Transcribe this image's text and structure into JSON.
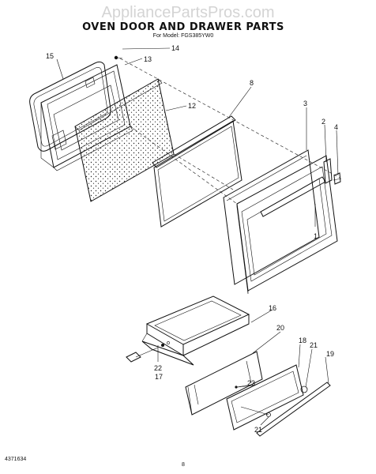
{
  "header": {
    "watermark": "AppliancePartsPros.com",
    "title": "OVEN DOOR AND DRAWER PARTS",
    "subtitle": "For Model: FGS385YW0"
  },
  "callouts": [
    "1",
    "2",
    "3",
    "4",
    "8",
    "12",
    "13",
    "14",
    "15",
    "16",
    "17",
    "18",
    "19",
    "20",
    "21",
    "21",
    "22",
    "23"
  ],
  "footer": {
    "left_code": "4371634",
    "page_number": "8"
  }
}
